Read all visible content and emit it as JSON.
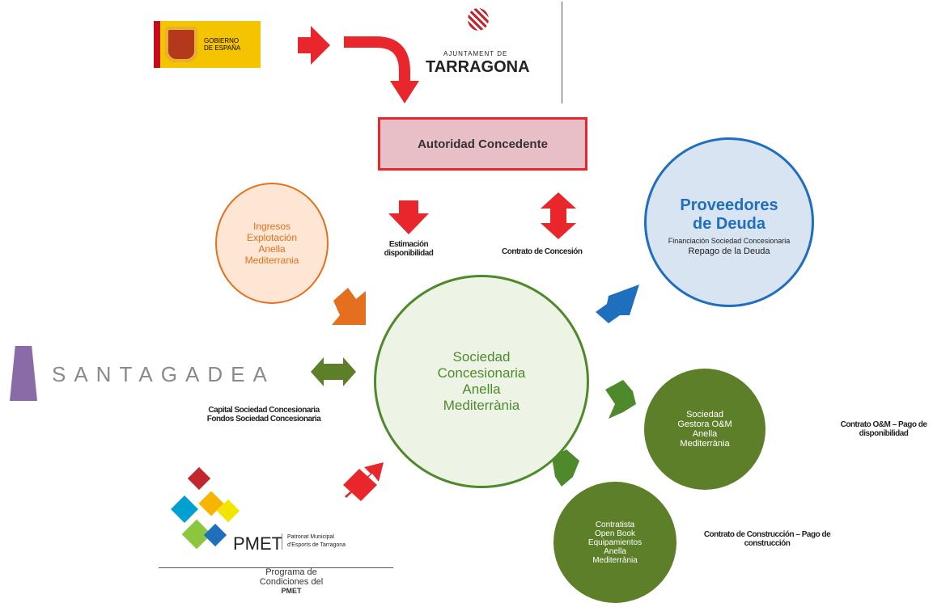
{
  "logos": {
    "gobierno": {
      "line1": "GOBIERNO",
      "line2": "DE ESPAÑA"
    },
    "tarragona": {
      "line1": "AJUNTAMENT DE",
      "line2": "TARRAGONA"
    },
    "santagadea": {
      "text": "SANTAGADEA"
    },
    "pmet": {
      "name": "PMET",
      "sub1": "Patronat Municipal",
      "sub2": "d'Esports de Tarragona"
    }
  },
  "authority": {
    "label": "Autoridad Concedente"
  },
  "debt": {
    "title_line1": "Proveedores",
    "title_line2": "de Deuda",
    "sub_line1": "Financiación Sociedad Concesionaria",
    "sub_line2": "Repago de la Deuda"
  },
  "income": {
    "line1": "Ingresos",
    "line2": "Explotación",
    "line3": "Anella",
    "line4": "Mediterrania"
  },
  "concession": {
    "line1": "Sociedad",
    "line2": "Concesionaria",
    "line3": "Anella",
    "line4": "Mediterrània"
  },
  "om": {
    "line1": "Sociedad",
    "line2": "Gestora O&M",
    "line3": "Anella",
    "line4": "Mediterrània"
  },
  "contractor": {
    "line1": "Contratista",
    "line2": "Open Book",
    "line3": "Equipamientos",
    "line4": "Anella",
    "line5": "Mediterrània"
  },
  "labels": {
    "availability_line1": "Estimación",
    "availability_line2": "disponibilidad",
    "contract": "Contrato de Concesión",
    "capital_line1": "Capital Sociedad Concesionaria",
    "capital_line2": "Fondos Sociedad Concesionaria",
    "om_right_line1": "Contrato O&M – Pago de",
    "om_right_line2": "disponibilidad",
    "contractor_right_line1": "Contrato de Construcción – Pago de",
    "contractor_right_line2": "construcción",
    "pmet_line1": "Programa de",
    "pmet_line2": "Condiciones del",
    "pmet_line3": "PMET"
  },
  "colors": {
    "red": "#e8262b",
    "orange": "#e46f1e",
    "blue": "#1f6fbf",
    "green": "#4e8a2c",
    "olive": "#5e7f2a",
    "pink": "#e8bfc6",
    "debt_fill": "#d8e4f2",
    "income_fill": "#fde7d4",
    "concession_fill": "#edf4e6"
  }
}
